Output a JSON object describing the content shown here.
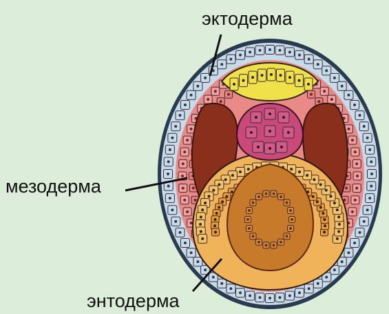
{
  "labels": {
    "ectoderm": "эктодерма",
    "mesoderm": "мезодерма",
    "endoderm": "энтодерма"
  },
  "colors": {
    "background": "#dcedd9",
    "ectoderm": "#c7dbea",
    "mesoderm": "#e98a86",
    "mesoderm_cavity": "#8a2f1c",
    "endoderm": "#f0b35a",
    "endoderm_inner": "#e89a3a",
    "gut_cavity": "#c77a2a",
    "notochord": "#c94a7a",
    "neural_plate": "#f0e04a",
    "line": "#111111"
  }
}
